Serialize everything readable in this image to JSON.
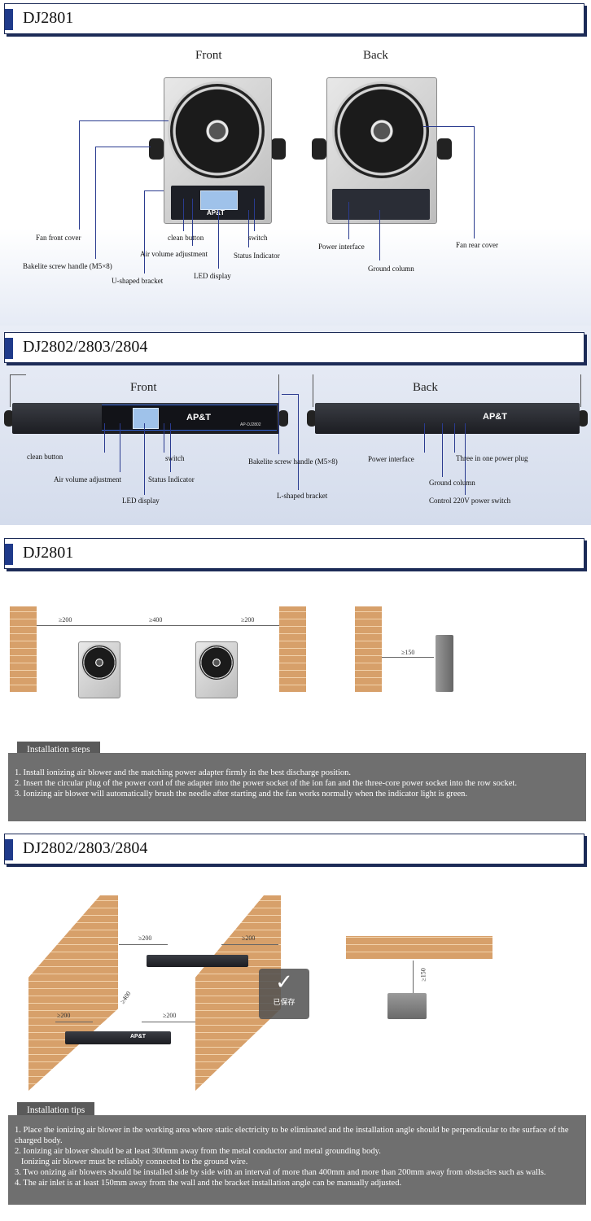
{
  "sec1": {
    "title": "DJ2801",
    "front": "Front",
    "back": "Back",
    "front_brand": "AP&T",
    "labels": {
      "fan_front_cover": "Fan front cover",
      "bakelite": "Bakelite screw handle (M5×8)",
      "u_bracket": "U-shaped bracket",
      "clean": "clean button",
      "air": "Air volume adjustment",
      "led": "LED display",
      "switch": "switch",
      "status": "Status Indicator",
      "power": "Power interface",
      "ground": "Ground column",
      "rear": "Fan rear cover"
    }
  },
  "sec2": {
    "title": "DJ2802/2803/2804",
    "front": "Front",
    "back": "Back",
    "brand": "AP&T",
    "model": "AP-DJ2802",
    "labels": {
      "clean": "clean button",
      "air": "Air volume adjustment",
      "led": "LED display",
      "switch": "switch",
      "status": "Status Indicator",
      "bakelite": "Bakelite screw handle (M5×8)",
      "l_bracket": "L-shaped bracket",
      "power": "Power interface",
      "three": "Three in one power plug",
      "ground": "Ground column",
      "control": "Control 220V power switch"
    }
  },
  "sec3": {
    "title": "DJ2801",
    "d200a": "≥200",
    "d400": "≥400",
    "d200b": "≥200",
    "d150": "≥150",
    "steps_title": "Installation steps",
    "steps": [
      "1. Install ionizing air blower and the matching power adapter firmly in the best discharge position.",
      "2. Insert the circular plug of the power cord of the adapter into the power socket of the ion fan and the three-core power socket into the row socket.",
      "3. Ionizing air blower will automatically brush the needle after starting and the fan works normally when the indicator light is green."
    ]
  },
  "sec4": {
    "title": "DJ2802/2803/2804",
    "d200a": "≥200",
    "d200b": "≥200",
    "d200c": "≥200",
    "d200d": "≥200",
    "d150": "≥150",
    "d400": "≥400",
    "brand": "AP&T",
    "saved": "已保存",
    "tips_title": "Installation tips",
    "tips": [
      "1. Place the ionizing air blower in the working area where static electricity to be eliminated and the installation angle should be perpendicular to the surface of the charged body.",
      "2. Ionizing air blower should be at least 300mm away from the metal conductor and metal grounding body.",
      "   Ionizing air blower must be reliably connected to the ground wire.",
      "3. Two onizing air blowers should be installed side by side with an interval of more than 400mm and more than 200mm away from obstacles such as walls.",
      "4. The air inlet is at least 150mm away from the wall and the bracket installation angle can be manually adjusted."
    ]
  }
}
